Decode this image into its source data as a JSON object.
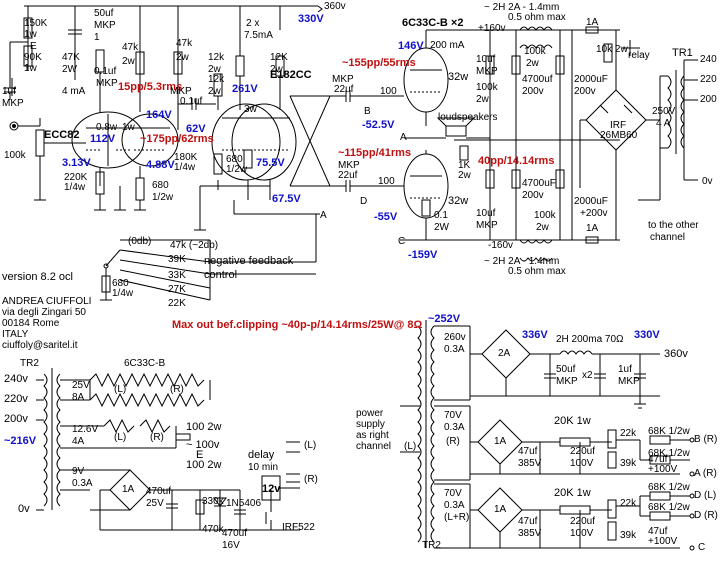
{
  "labels": {
    "v360_top": "360v",
    "v330_top": "330V",
    "tube_pair": "6C33C-B ×2",
    "choke_top": "~ 2H  2A - 1.4mm",
    "ohm_top": "0.5 ohm max",
    "plus160": "+160v",
    "ma200": "200 mA",
    "v146": "146V",
    "w32a": "32w",
    "w32b": "32w",
    "tr1": "TR1",
    "tap240": "240",
    "tap220": "220",
    "tap200": "200",
    "tap0": "0v",
    "sec250": "250V",
    "sec4a": "4 A",
    "bridge1": "IRF",
    "bridge2": "26MB60",
    "relay": "relay",
    "a1_top": "1A",
    "a1_bot": "1A",
    "k10": "10k 2w",
    "to_other": "to the other",
    "channel": "channel",
    "ecc82": "ECC82",
    "e182cc": "E182CC",
    "twox": "2 x",
    "ma75": "7.5mA",
    "w3": "3w",
    "w1": "1w",
    "w08": "0.8w",
    "k150": "150K",
    "onew": "1w",
    "e_lbl": "E",
    "k90": "90K",
    "onew2": "1w",
    "uf50": "50uf",
    "mkp50": "MKP",
    "one": "1",
    "k47a": "47K",
    "w2a": "2W",
    "k47b": "47k",
    "w2b": "2w",
    "k47c": "47k",
    "w2c": "2w",
    "ma4": "4 mA",
    "uf01a": "0.1uf",
    "mkp01a": "MKP",
    "uf1": "1uf",
    "mkp1": "MKP",
    "k100": "100k",
    "v112": "112V",
    "v164": "164V",
    "v313": "3.13V",
    "v488": "4.88V",
    "pp15": "15pp/5.3rms",
    "pp175": "~175pp/62rms",
    "v261": "261V",
    "v62": "62V",
    "v755": "75.5V",
    "v675": "67.5V",
    "mkp01b": "MKP",
    "uf01b": "0.1uf",
    "k12a": "12k",
    "k12b": "12K",
    "k12c": "12k",
    "w2d": "2w",
    "w2e": "2w",
    "w2f": "2w",
    "k180": "180K",
    "w14a": "1/4w",
    "k220": "220K",
    "w14b": "1/4w",
    "r680a": "680",
    "w12a": "1/2w",
    "r680b": "680",
    "w12b": "1/2w",
    "pp155": "~155pp/55rms",
    "pp115": "~115pp/41rms",
    "pp40": "40pp/14.14rms",
    "v525": "-52.5V",
    "v55": "-55V",
    "v159": "-159V",
    "mkp22a": "MKP",
    "uf22a": "22uf",
    "mkp22b": "MKP",
    "uf22b": "22uf",
    "r100a": "100",
    "r100b": "100",
    "r100c": "100",
    "r100d": "100",
    "node_b": "B",
    "node_d": "D",
    "node_a": "A",
    "node_c": "C",
    "node_a2": "A",
    "loudspeakers": "loudspeakers",
    "k1": "1K",
    "w2g": "2w",
    "r01": "0.1",
    "w2h": "2W",
    "uf10a": "10uf",
    "mkp10a": "MKP",
    "k100a": "100k",
    "w2i": "2w",
    "uf4700a": "4700uf",
    "v200a": "200v",
    "uf2000a": "2000uF",
    "v200b": "200v",
    "k100b": "100k",
    "w2j": "2w",
    "uf10b": "10uf",
    "mkp10b": "MKP",
    "k100c": "100k",
    "w2k": "2w",
    "uf4700b": "4700uF",
    "v200c": "200v",
    "uf2000b": "2000uF",
    "v200d": "+200v",
    "minus160": "-160v",
    "choke_bot": "~ 2H  2A - 1.4mm",
    "ohm_bot": "0.5 ohm max",
    "zerodb": "(0db)",
    "k47db": "47k (~2db)",
    "k39": "39K",
    "k33": "33K",
    "k27": "27K",
    "k22": "22K",
    "neg_fb": "negative feedback",
    "control": "control",
    "r680c": "680",
    "w14c": "1/4w",
    "version": "version 8.2 ocl",
    "author": "ANDREA CIUFFOLI",
    "addr1": "via degli Zingari 50",
    "addr2": "00184 Rome",
    "addr3": "ITALY",
    "email": "ciuffoly@saritel.it",
    "max_out": "Max out bef.clipping ~40p-p/14.14rms/25W@  8Ω",
    "tr2_left": "TR2",
    "p240": "240v",
    "p220": "220v",
    "p200": "200v",
    "v216": "~216V",
    "p0": "0v",
    "heat_tube": "6C33C-B",
    "s25v": "25V",
    "s8a": "8A",
    "fil_l": "(L)",
    "fil_r": "(R)",
    "s126": "12.6V",
    "s4a": "4A",
    "fil_l2": "(L)",
    "fil_r2": "(R)",
    "r100_2w_a": "100 2w",
    "v100": "~ 100v",
    "node_e": "E",
    "r100_2w_b": "100 2w",
    "s9v": "9V",
    "s03a": "0.3A",
    "delay": "delay",
    "min10": "10 min",
    "a1_d": "1A",
    "uf470a": "470uf",
    "v25": "25V",
    "k330": "330k",
    "k470": "470k",
    "diode": "1N5406",
    "uf470b": "470uf",
    "v16": "16V",
    "v12": "12v",
    "irf522": "IRF522",
    "relay_l": "(L)",
    "relay_r": "(R)",
    "v252": "~252V",
    "s260": "260v",
    "s03b": "0.3A",
    "v336": "336V",
    "choke_hv": "2H 200ma 70Ω",
    "a2": "2A",
    "uf50b": "50uf",
    "mkp50b": "MKP",
    "x2": "x2",
    "uf1b": "1uf",
    "mkp1b": "MKP",
    "v330b": "330V",
    "v360b": "360v",
    "power1": "power",
    "power2": "supply",
    "power3": "as right",
    "power4": "channel",
    "pl": "(L)",
    "s70a": "70V",
    "s03c": "0.3A",
    "s_r": "(R)",
    "a1_e": "1A",
    "k20a": "20K 1w",
    "uf47a": "47uf",
    "v385a": "385V",
    "uf220a": "220uf",
    "v100a": "100V",
    "k22a": "22k",
    "k39a": "39k",
    "k68a": "68K 1/2w",
    "node_br": "B (R)",
    "k68b": "68K 1/2w",
    "node_ar": "A (R)",
    "uf47b": "47uf",
    "v100b": "+100V",
    "s70b": "70V",
    "s03d": "0.3A",
    "s_lr": "(L+R)",
    "a1_f": "1A",
    "k20b": "20K 1w",
    "uf47c": "47uf",
    "v385b": "385V",
    "uf220b": "220uf",
    "v100c": "100V",
    "k22b": "22k",
    "k39b": "39k",
    "k68c": "68K 1/2w",
    "node_dl": "D (L)",
    "k68d": "68K 1/2w",
    "node_dr": "D (R)",
    "uf47d": "47uf",
    "v100d": "+100V",
    "node_c2": "C",
    "tr2_bot": "TR2"
  }
}
